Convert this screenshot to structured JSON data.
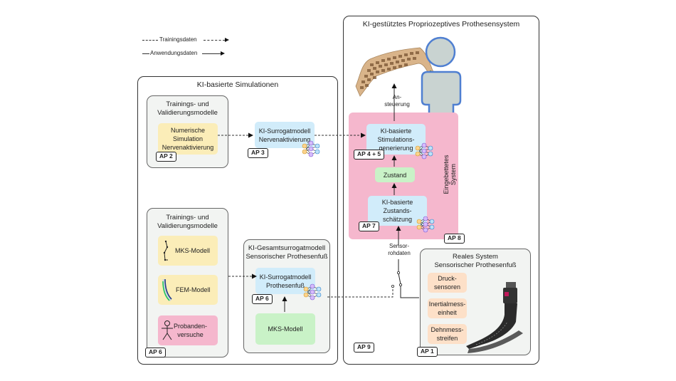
{
  "legend": {
    "training": "Trainingsdaten",
    "application": "Anwendungsdaten"
  },
  "sim_panel": {
    "title": "KI-basierte Simulationen",
    "nerve_models": {
      "title_line1": "Trainings- und",
      "title_line2": "Validierungsmodelle",
      "box": [
        "Numerische",
        "Simulation",
        "Nervenaktivierung"
      ],
      "ap": "AP 2"
    },
    "nerve_surrogate": {
      "lines": [
        "KI-Surrogatmodell",
        "Nervenaktivierung"
      ],
      "ap": "AP 3"
    },
    "foot_models": {
      "title_line1": "Trainings- und",
      "title_line2": "Validierungsmodelle",
      "mks": "MKS-Modell",
      "fem": "FEM-Modell",
      "proband": [
        "Probanden-",
        "versuche"
      ],
      "ap": "AP 6"
    },
    "total_surrogate": {
      "title_line1": "KI-Gesamtsurrogatmodell",
      "title_line2": "Sensorischer Prothesenfuß",
      "surrogate": [
        "KI-Surrogatmodell",
        "Prothesenfuß"
      ],
      "ap": "AP 6",
      "mks": "MKS-Modell"
    }
  },
  "system_panel": {
    "title": "KI-gestütztes Propriozeptives Prothesensystem",
    "drive_label": [
      "An-",
      "steuerung"
    ],
    "embedded": {
      "label_line1": "Eingebettetes",
      "label_line2": "System",
      "stim": [
        "KI-basierte",
        "Stimulations-",
        "generierung"
      ],
      "stim_ap": "AP 4 + 5",
      "state": "Zustand",
      "estimation": [
        "KI-basierte",
        "Zustands-",
        "schätzung"
      ],
      "estimation_ap": "AP 7",
      "ap": "AP 8"
    },
    "sensor_label": [
      "Sensor-",
      "rohdaten"
    ],
    "real_system": {
      "title_line1": "Reales System",
      "title_line2": "Sensorischer Prothesenfuß",
      "sensors": [
        [
          "Druck-",
          "sensoren"
        ],
        [
          "Inertialmess-",
          "einheit"
        ],
        [
          "Dehnmess-",
          "streifen"
        ]
      ],
      "ap": "AP 1"
    },
    "ap": "AP 9"
  },
  "colors": {
    "yellow": "#fbedb8",
    "blue": "#d1ecfa",
    "green": "#c9f2c7",
    "pink": "#f5b7cd",
    "peach": "#fde0c8",
    "person_fill": "#c9d3d1",
    "person_stroke": "#4f7fd1"
  }
}
